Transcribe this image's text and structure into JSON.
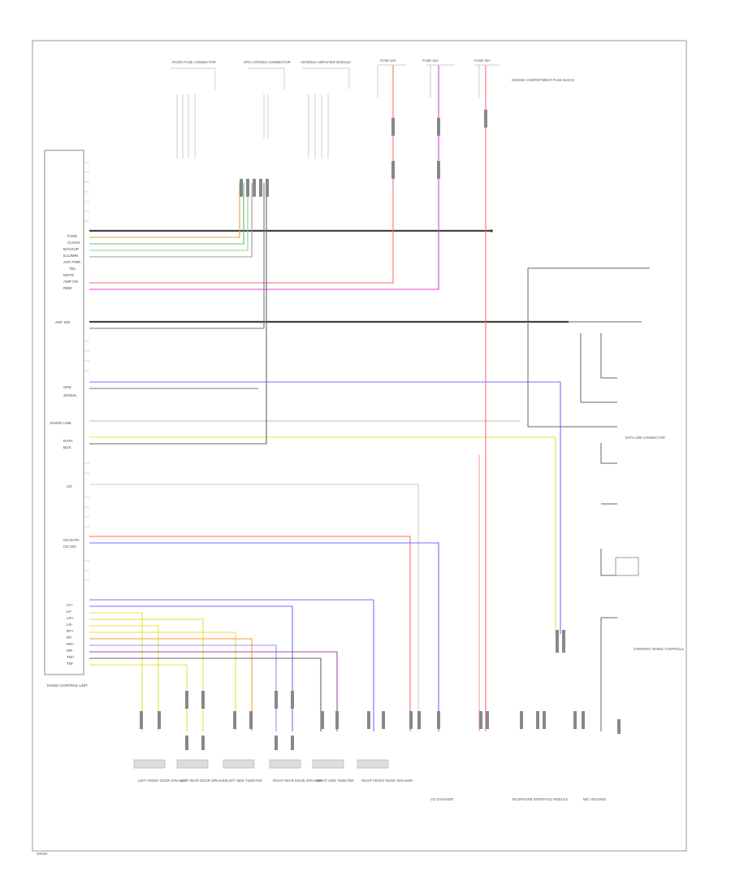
{
  "figure_code": "W0000",
  "components": {
    "radio_unit": "RADIO CONTROL UNIT",
    "bottom_left": [
      "LEFT FRONT DOOR SPEAKER",
      "LEFT REAR DOOR SPEAKER",
      "LEFT SIDE TWEETER",
      "RIGHT REAR DOOR SPEAKER",
      "RIGHT SIDE TWEETER",
      "RIGHT FRONT DOOR SPEAKER"
    ],
    "cd_changer": "CD CHANGER",
    "telephone_amp": "TELEPHONE INTERFACE MODULE",
    "mic": "MIC HOUSING",
    "steering_controls": "STEERING WHEEL CONTROLS",
    "data_link": "DATA LINK CONNECTOR",
    "top_connectors": [
      "RADIO FUSE CONNECTOR",
      "GPS ANTENNA CONNECTOR",
      "ANTENNA AMPLIFIER MODULE"
    ],
    "fuses": [
      "FUSE 10A",
      "FUSE 15A",
      "FUSE 20A"
    ],
    "fuse_block": "ENGINE COMPARTMENT FUSE BLOCK"
  }
}
